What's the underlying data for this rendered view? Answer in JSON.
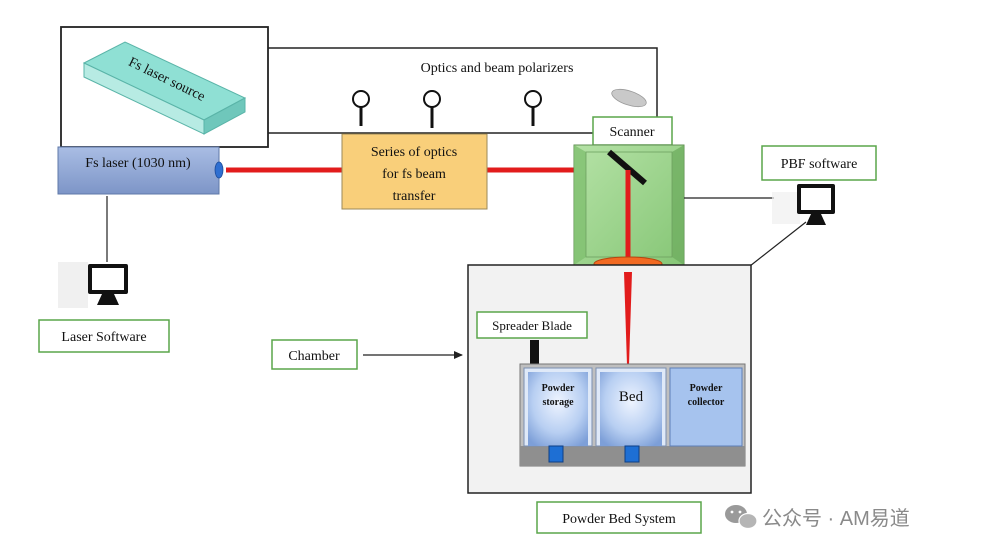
{
  "labels": {
    "fs_laser_source": "Fs laser source",
    "optics_and_polarizers": "Optics and beam polarizers",
    "scanner": "Scanner",
    "fs_laser": "Fs laser (1030 nm)",
    "optics_series_line1": "Series of optics",
    "optics_series_line2": "for fs beam",
    "optics_series_line3": "transfer",
    "pbf_software": "PBF software",
    "laser_software": "Laser Software",
    "chamber": "Chamber",
    "spreader_blade": "Spreader Blade",
    "powder_storage_line1": "Powder",
    "powder_storage_line2": "storage",
    "bed": "Bed",
    "powder_collector_line1": "Powder",
    "powder_collector_line2": "collector",
    "powder_bed_system": "Powder Bed System"
  },
  "watermark": {
    "text": "公众号 · AM易道",
    "icon": "wechat-icon"
  },
  "colors": {
    "laser_beam": "#e21c1c",
    "box_border_green": "#5aa54a",
    "fs_laser_fill": "#8fa6d4",
    "optics_fill": "#f9cf7a",
    "scanner_fill": "#9fd58f",
    "lens_fill": "#f26a22",
    "bed_fill": "#a6c3ee",
    "chamber_fill": "#f2f2f2",
    "laser_source_top": "#8fe0d4"
  }
}
